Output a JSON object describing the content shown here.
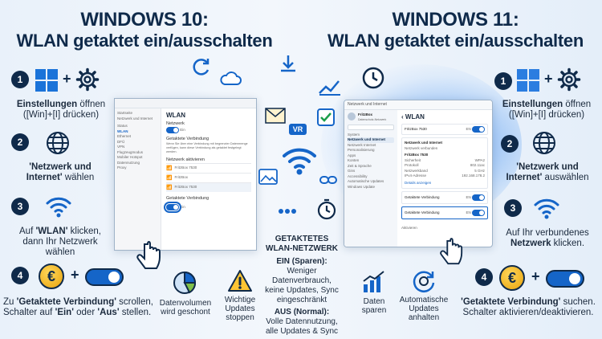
{
  "left": {
    "title_line1": "WINDOWS 10:",
    "title_line2": "WLAN getaktet ein/ausschalten",
    "steps": [
      {
        "num": "1",
        "bold": "Einstellungen",
        "rest": " öffnen",
        "line2": "([Win]+[I] drücken)"
      },
      {
        "num": "2",
        "bold": "'Netzwerk und",
        "line2_bold": "Internet'",
        "line2": " wählen"
      },
      {
        "num": "3",
        "pre": "Auf ",
        "bold": "'WLAN'",
        "rest": " klicken,",
        "line2": "dann Ihr Netzwerk",
        "line3": "wählen"
      },
      {
        "num": "4",
        "pre": "Zu ",
        "bold": "'Getaktete Verbindung'",
        "rest": " scrollen,",
        "line2": "Schalter auf ",
        "line2_bold": "'Ein'",
        "line2_mid": " oder ",
        "line2_bold2": "'Aus'",
        "line2_end": " stellen."
      }
    ],
    "bottom_icons": [
      {
        "line1": "Datenvolumen",
        "line2": "wird geschont"
      },
      {
        "line1": "Wichtige",
        "line2": "Updates",
        "line3": "stoppen"
      }
    ],
    "window": {
      "sidebar": [
        "Startseite",
        "Netzwerk und Internet",
        "Status",
        "WLAN",
        "Ethernet",
        "DFÜ",
        "VPN",
        "Flugzeugmodus",
        "Mobiler Hotspot",
        "Datennutzung",
        "Proxy"
      ],
      "heading": "WLAN",
      "section1": "Netzwerk",
      "toggle1": "Ein",
      "section2": "Getaktete Verbindung",
      "desc": "Wenn Sie über eine Verbindung mit begrenzter Datenmenge verfügen, kann diese Verbindung als getaktet festgelegt werden.",
      "networks_head": "Netzwerk aktivieren",
      "networks": [
        "FritzBox 7530",
        "FritzBox",
        "FritzBox 7530"
      ],
      "section3": "Getaktete Verbindung",
      "toggle2": "Ein"
    }
  },
  "center": {
    "vr": "VR",
    "heading_line1": "GETAKTETES",
    "heading_line2": "WLAN-NETZWERK",
    "ein_head": "EIN (Sparen):",
    "ein_l1": "Weniger Datenverbrauch,",
    "ein_l2": "keine Updates, Sync",
    "ein_l3": "eingeschränkt",
    "aus_head": "AUS (Normal):",
    "aus_l1": "Volle Datennutzung,",
    "aus_l2": "alle Updates & Sync"
  },
  "right": {
    "title_line1": "WINDOWS 11:",
    "title_line2": "WLAN getaktet ein/ausschalten",
    "steps": [
      {
        "num": "1",
        "bold": "Einstellungen",
        "rest": " öffnen",
        "line2": "([Win]+[I] drücken)"
      },
      {
        "num": "2",
        "bold": "'Netzwerk und",
        "line2_bold": "Internet'",
        "line2": " auswählen"
      },
      {
        "num": "3",
        "line1": "Auf Ihr verbundenes",
        "line2_bold": "Netzwerk",
        "line2": " klicken."
      },
      {
        "num": "4",
        "bold": "'Getaktete Verbindung'",
        "rest": " suchen.",
        "line2": "Schalter aktivieren/deaktivieren."
      }
    ],
    "bottom_icons": [
      {
        "line1": "Daten",
        "line2": "sparen"
      },
      {
        "line1": "Automatische",
        "line2": "Updates",
        "line3": "anhalten"
      }
    ],
    "window": {
      "titlebar": "Netzwerk und Internet",
      "user": "FritzBox",
      "user_sub": "Datenschutz-Netzwerk",
      "sidebar": [
        "System",
        "Netzwerk und Internet",
        "Netzwerk Internet",
        "Personalisierung",
        "Apps",
        "Konten",
        "Zeit & Sprache",
        "Gins",
        "Accessibility",
        "Automatische Updates",
        "Windows Update"
      ],
      "heading": "WLAN",
      "net1": "FritzBox 7530",
      "net1_toggle": "EN",
      "panel_head": "Netzwerk und Internet",
      "panel_sub": "Netzwerk verbunden",
      "panel_name": "FritzBox 7530",
      "props": [
        "Sicherheit",
        "Protokoll",
        "Netzwerkband",
        "IPv4-Adresse"
      ],
      "props_vals": [
        "WPA2",
        "802.11ac",
        "5 GHz",
        "192.168.178.2"
      ],
      "link": "Details anzeigen",
      "row1": "Getaktete Verbindung",
      "row1_toggle": "EN",
      "row2": "Getaktete Verbindung",
      "row2_toggle": "EN",
      "footer": "Aktivieren"
    }
  }
}
